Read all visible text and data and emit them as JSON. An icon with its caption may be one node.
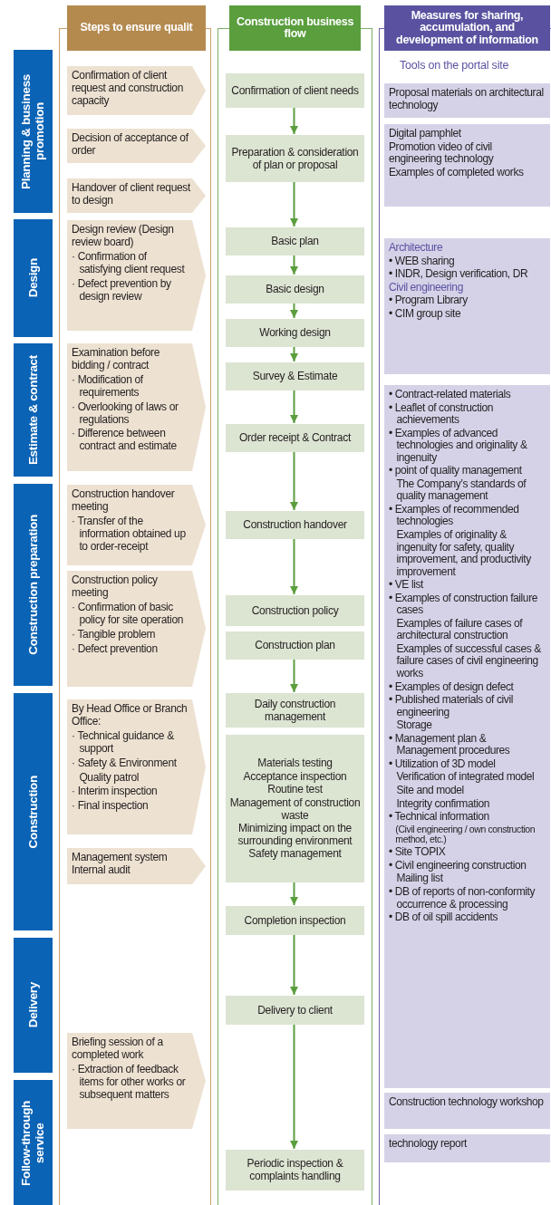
{
  "diagram": {
    "nodes": [
      {
        "text": [
          "Planning & business promotion"
        ]
      },
      {
        "text": [
          "Design"
        ]
      },
      {
        "text": [
          "Estimate & contract"
        ]
      },
      {
        "text": [
          "Construction preparation"
        ]
      },
      {
        "text": [
          "Construction"
        ]
      },
      {
        "text": [
          "Delivery"
        ]
      },
      {
        "text": [
          "Follow-through service"
        ]
      },
      {
        "text": [
          "Steps to ensure qualit"
        ]
      },
      {
        "text": [
          "Confirmation of client request and construction capacity"
        ],
        "in": 7
      },
      {
        "text": [
          "Decision of acceptance of order"
        ],
        "in": 7
      },
      {
        "text": [
          "Handover of client request to design"
        ],
        "in": 7
      },
      {
        "text": [
          "Design review (Design review board)",
          "· Confirmation of satisfying client request",
          "· Defect prevention by design review"
        ],
        "in": 7
      },
      {
        "text": [
          "Examination before bidding / contract",
          "· Modification of requirements",
          "· Overlooking of laws or regulations",
          "· Difference between contract and estimate"
        ],
        "in": 7
      },
      {
        "text": [
          "Construction handover meeting",
          "· Transfer of the information obtained up to order-receipt"
        ],
        "in": 7
      },
      {
        "text": [
          "Construction policy meeting",
          "· Confirmation of basic policy for site operation",
          "· Tangible problem",
          "· Defect prevention"
        ],
        "in": 7
      },
      {
        "text": [
          "By Head Office or Branch Office:",
          "· Technical guidance & support",
          "· Safety & Environment",
          "Quality patrol",
          "· Interim inspection",
          "· Final inspection"
        ],
        "in": 7
      },
      {
        "text": [
          "Management system Internal audit"
        ],
        "in": 7
      },
      {
        "text": [
          "Briefing session of a completed work",
          "· Extraction of feedback items for other works or subsequent matters"
        ],
        "in": 7
      },
      {
        "text": [
          "Construction business flow"
        ]
      },
      {
        "text": [
          "Confirmation of client needs"
        ],
        "in": 18
      },
      {
        "text": [
          "Preparation & consideration of plan or proposal"
        ],
        "in": 18
      },
      {
        "text": [
          "Basic plan"
        ],
        "in": 18
      },
      {
        "text": [
          "Basic design"
        ],
        "in": 18
      },
      {
        "text": [
          "Working design"
        ],
        "in": 18
      },
      {
        "text": [
          "Survey & Estimate"
        ],
        "in": 18
      },
      {
        "text": [
          "Order receipt & Contract"
        ],
        "in": 18
      },
      {
        "text": [
          "Construction handover"
        ],
        "in": 18
      },
      {
        "text": [
          "Construction policy"
        ],
        "in": 18
      },
      {
        "text": [
          "Construction plan"
        ],
        "in": 18
      },
      {
        "text": [
          "Daily construction management"
        ],
        "in": 18
      },
      {
        "text": [
          "Materials testing",
          "Acceptance inspection",
          "Routine test",
          "Management of construction waste",
          "Minimizing impact on the surrounding environment",
          "Safety management"
        ],
        "in": 18
      },
      {
        "text": [
          "Completion inspection"
        ],
        "in": 18
      },
      {
        "text": [
          "Delivery to client"
        ],
        "in": 18
      },
      {
        "text": [
          "Periodic inspection & complaints handling"
        ],
        "in": 18
      },
      {
        "text": [
          "Measures for sharing, accumulation, and development of information",
          "Tools on the portal site"
        ]
      },
      {
        "text": [
          "Proposal materials on architectural technology"
        ],
        "in": 34
      },
      {
        "text": [
          "Digital pamphlet",
          "Promotion video of civil engineering technology",
          "Examples of completed works"
        ],
        "in": 34
      },
      {
        "text": [
          "Architecture",
          "• WEB sharing",
          "• INDR, Design verification, DR",
          "Civil engineering",
          "• Program Library",
          "• CIM group site"
        ],
        "in": 34
      },
      {
        "text": [
          "• Contract-related materials",
          "• Leaflet of construction achievements",
          "• Examples of advanced technologies and originality & ingenuity",
          "• point of quality management",
          "The Company’s standards of quality management",
          "• Examples of recommended technologies",
          "Examples of originality & ingenuity for safety, quality improvement, and productivity improvement",
          "• VE list",
          "• Examples of construction failure cases",
          "Examples of failure cases of architectural construction",
          "Examples of successful cases & failure cases of civil engineering works",
          "• Examples of design defect",
          "• Published materials of civil engineering",
          "Storage",
          "• Management plan & Management procedures",
          "• Utilization of 3D model",
          "Verification of integrated model",
          "Site and model",
          "Integrity confirmation",
          "• Technical information",
          "(Civil engineering / own construction method, etc.)",
          "• Site TOPIX",
          "• Civil engineering construction",
          "Mailing list",
          "• DB of reports of non-conformity occurrence & processing",
          "• DB of oil spill accidents"
        ],
        "in": 34
      },
      {
        "text": [
          "Construction technology workshop"
        ],
        "in": 34
      },
      {
        "text": [
          "technology report"
        ],
        "in": 34
      }
    ],
    "edges": [
      {
        "from": 19,
        "to": 20,
        "arrow": "to"
      },
      {
        "from": 20,
        "to": 21,
        "arrow": "to"
      },
      {
        "from": 21,
        "to": 22,
        "arrow": "to"
      },
      {
        "from": 22,
        "to": 23,
        "arrow": "to"
      },
      {
        "from": 23,
        "to": 24,
        "arrow": "to"
      },
      {
        "from": 24,
        "to": 25,
        "arrow": "to"
      },
      {
        "from": 25,
        "to": 26,
        "arrow": "to"
      },
      {
        "from": 26,
        "to": 27,
        "arrow": "to"
      },
      {
        "from": 28,
        "to": 29,
        "arrow": "to"
      },
      {
        "from": 30,
        "to": 31,
        "arrow": "to"
      },
      {
        "from": 31,
        "to": 32,
        "arrow": "to"
      },
      {
        "from": 32,
        "to": 33,
        "arrow": "to"
      }
    ]
  }
}
